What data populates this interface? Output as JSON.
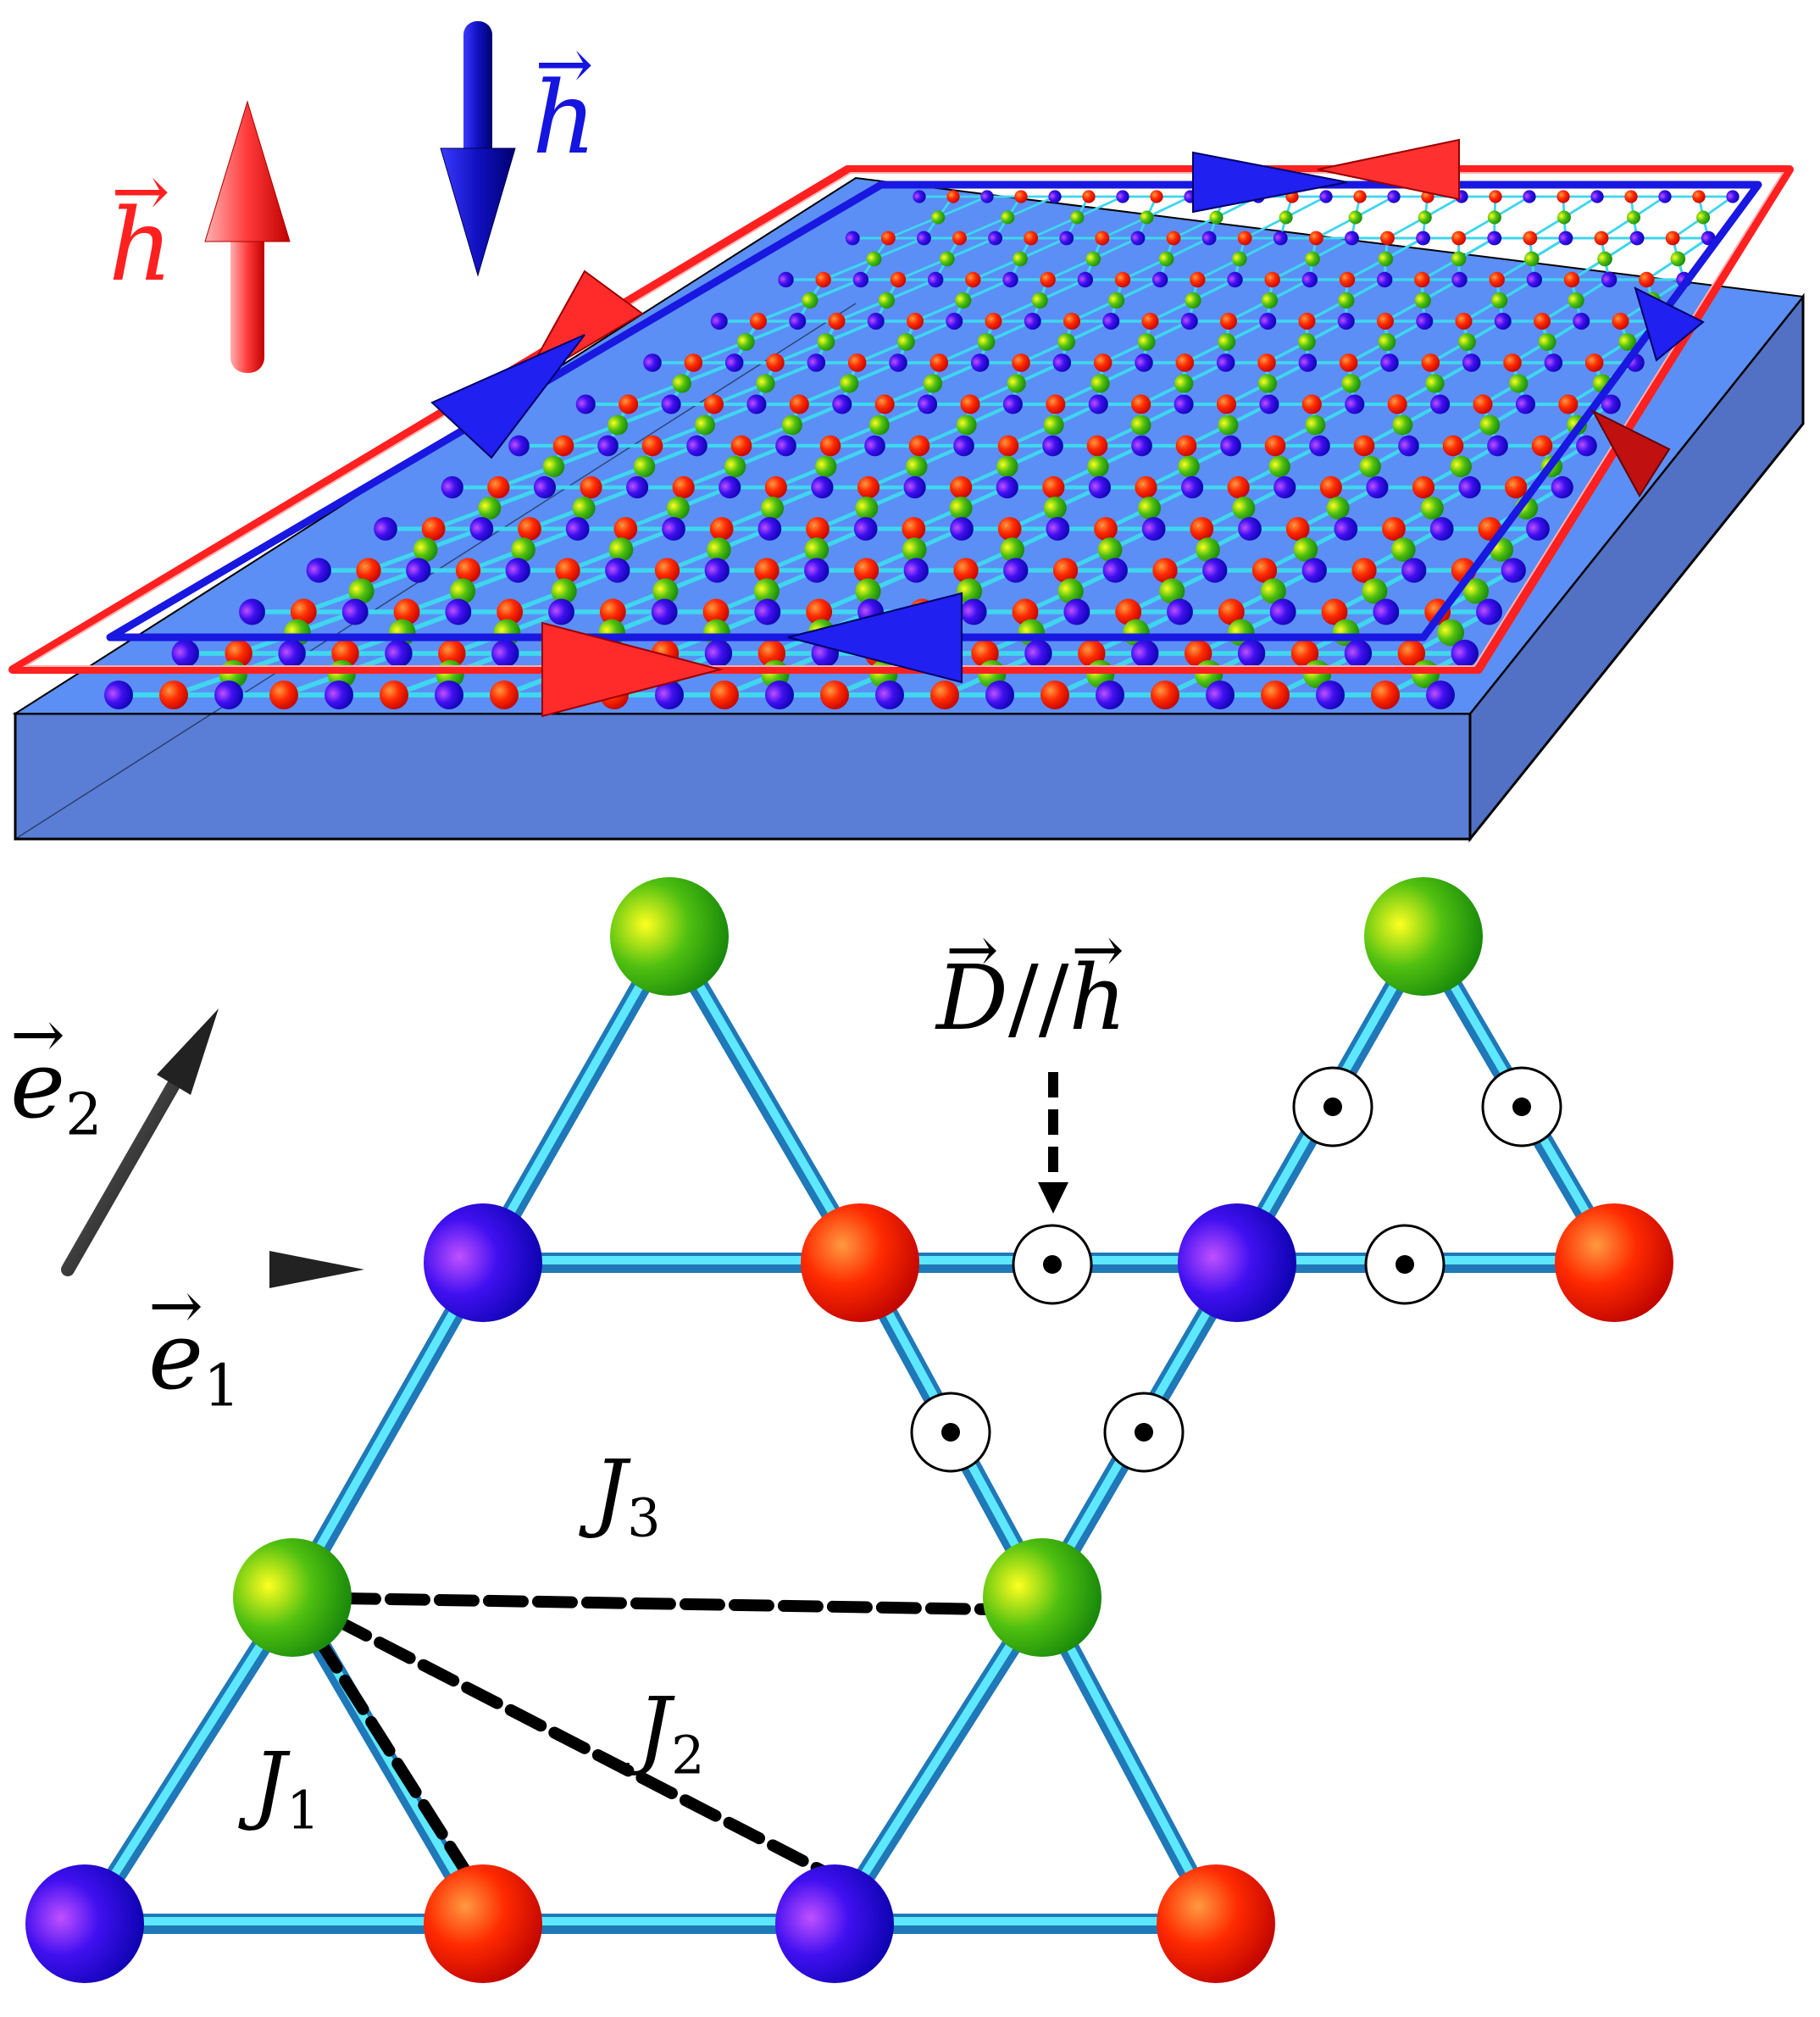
{
  "colors": {
    "site_red": "#ff1a00",
    "site_blue": "#1010e0",
    "site_green": "#1a9e1a",
    "bond_cyan": "#3fd6ee",
    "substrate_top": "#5b8ff5",
    "substrate_side": "#5a7ed6",
    "edge_red": "#ff2020",
    "edge_blue": "#1818e0",
    "field_red": "#ff3030",
    "field_blue": "#1010b8"
  },
  "top_panel": {
    "field_up_label": "h",
    "field_down_label": "h"
  },
  "bottom_panel": {
    "dm_label": "D//h",
    "dm_label_D": "D",
    "dm_label_sep": "//",
    "dm_label_h": "h",
    "e1_label": "e",
    "e1_sub": "1",
    "e2_label": "e",
    "e2_sub": "2",
    "J1": {
      "symbol": "J",
      "sub": "1"
    },
    "J2": {
      "symbol": "J",
      "sub": "2"
    },
    "J3": {
      "symbol": "J",
      "sub": "3"
    }
  },
  "icons": [
    "field-up-arrow-icon",
    "field-down-arrow-icon",
    "dm-vector-out-of-plane-icon",
    "unit-vector-arrow-icon"
  ]
}
